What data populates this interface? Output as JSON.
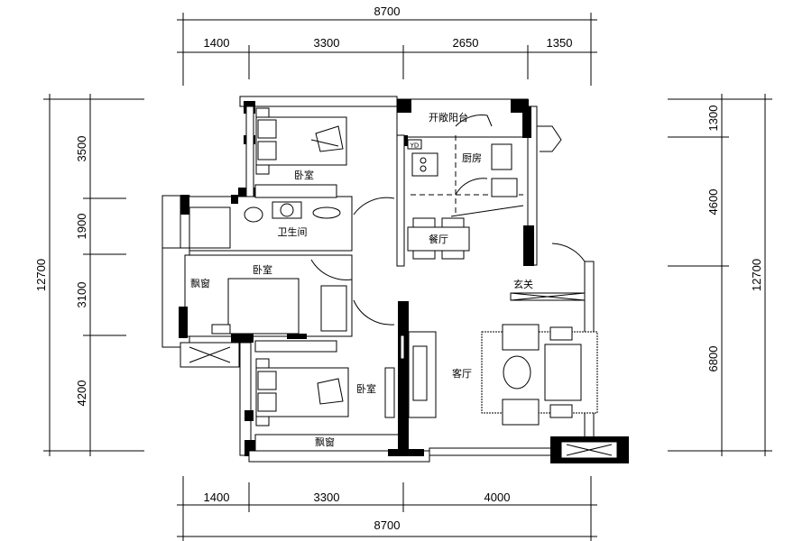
{
  "dimensions": {
    "top": {
      "total": "8700",
      "segments": [
        "1400",
        "3300",
        "2650",
        "1350"
      ]
    },
    "bottom": {
      "total": "8700",
      "segments": [
        "1400",
        "3300",
        "4000"
      ]
    },
    "left": {
      "total": "12700",
      "segments": [
        "3500",
        "1900",
        "3100",
        "4200"
      ]
    },
    "right": {
      "total": "12700",
      "segments": [
        "1300",
        "4600",
        "6800"
      ]
    }
  },
  "rooms": {
    "open_balcony": "开敞阳台",
    "kitchen": "厨房",
    "bedroom_top": "卧室",
    "bathroom": "卫生间",
    "dining": "餐厅",
    "bedroom_middle": "卧室",
    "bay_window_left": "飘窗",
    "entrance": "玄关",
    "living_room": "客厅",
    "bedroom_bottom": "卧室",
    "bay_window_bottom": "飘窗",
    "yd_tag": "YD"
  },
  "colors": {
    "line": "#000000",
    "background": "#ffffff"
  }
}
